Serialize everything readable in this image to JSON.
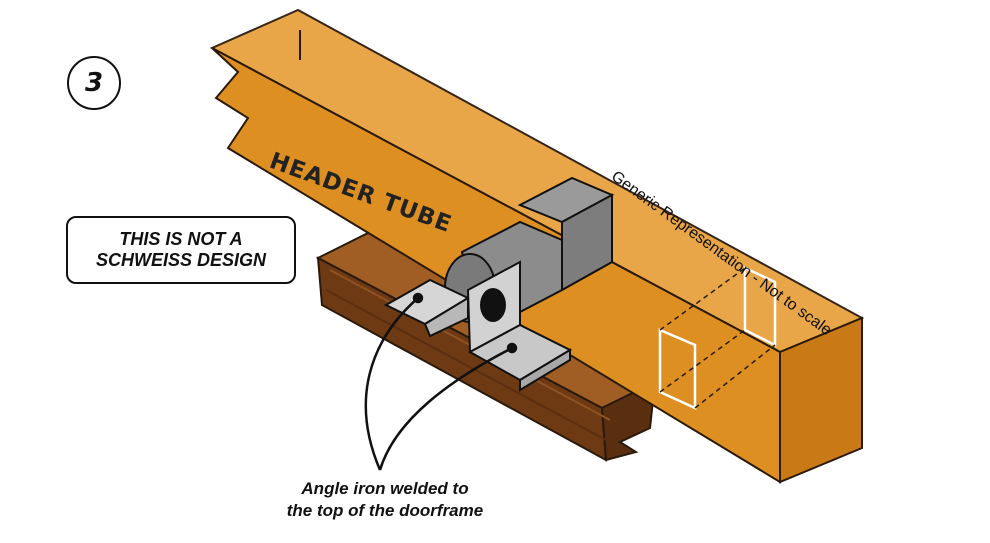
{
  "step": {
    "number": "3"
  },
  "notice": {
    "line1": "THIS IS NOT A",
    "line2": "SCHWEISS DESIGN"
  },
  "labels": {
    "header_tube": "HEADER TUBE",
    "representation": "Generic Representation - Not to scale"
  },
  "caption": {
    "line1": "Angle iron welded to",
    "line2": "the top of the doorframe"
  },
  "colors": {
    "header_tube": "#E0952B",
    "doorframe": "#7A4418",
    "hinge_block": "#8C8C8C",
    "angle_iron": "#CFCFCF"
  }
}
